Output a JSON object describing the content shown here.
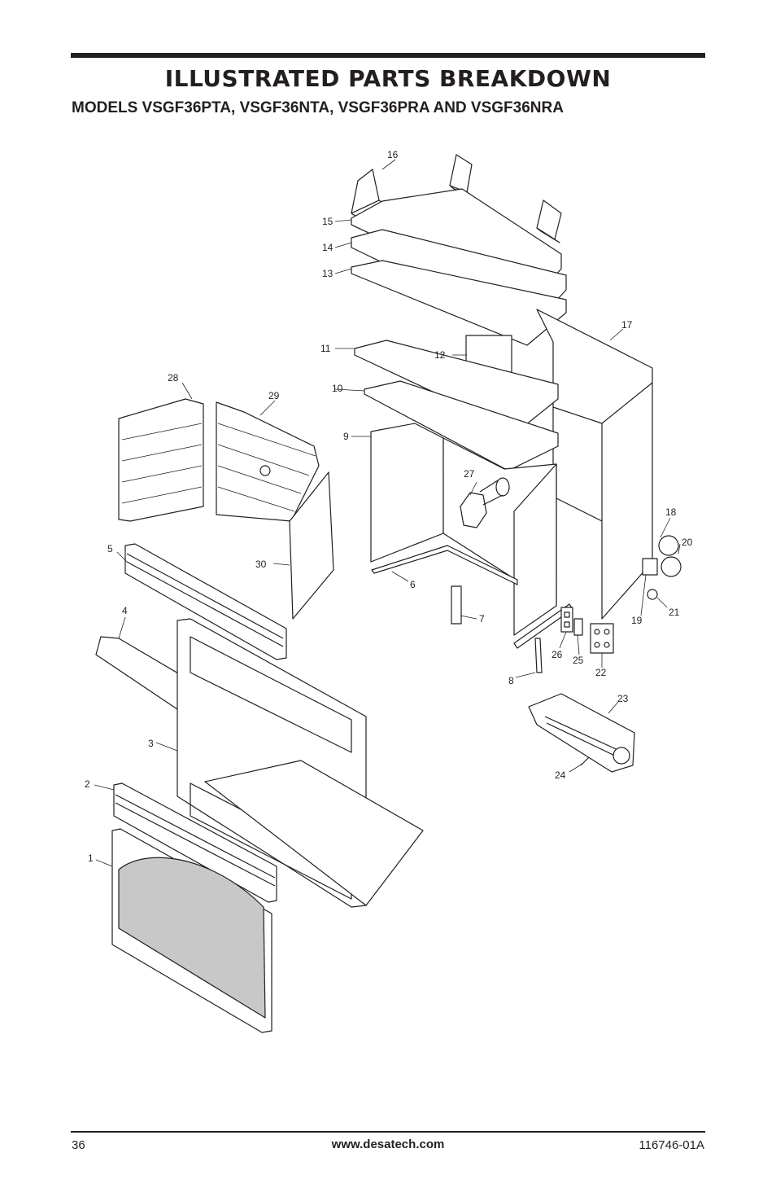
{
  "header": {
    "title": "ILLUSTRATED PARTS BREAKDOWN",
    "subtitle": "MODELS VSGF36PTA, VSGF36NTA, VSGF36PRA AND VSGF36NRA"
  },
  "callouts": [
    {
      "id": "c1",
      "text": "1"
    },
    {
      "id": "c2",
      "text": "2"
    },
    {
      "id": "c3",
      "text": "3"
    },
    {
      "id": "c4",
      "text": "4"
    },
    {
      "id": "c5",
      "text": "5"
    },
    {
      "id": "c6",
      "text": "6"
    },
    {
      "id": "c7",
      "text": "7"
    },
    {
      "id": "c8",
      "text": "8"
    },
    {
      "id": "c9",
      "text": "9"
    },
    {
      "id": "c10",
      "text": "10"
    },
    {
      "id": "c11",
      "text": "11"
    },
    {
      "id": "c12",
      "text": "12"
    },
    {
      "id": "c13",
      "text": "13"
    },
    {
      "id": "c14",
      "text": "14"
    },
    {
      "id": "c15",
      "text": "15"
    },
    {
      "id": "c16",
      "text": "16"
    },
    {
      "id": "c17",
      "text": "17"
    },
    {
      "id": "c18",
      "text": "18"
    },
    {
      "id": "c19",
      "text": "19"
    },
    {
      "id": "c20",
      "text": "20"
    },
    {
      "id": "c21",
      "text": "21"
    },
    {
      "id": "c22",
      "text": "22"
    },
    {
      "id": "c23",
      "text": "23"
    },
    {
      "id": "c24",
      "text": "24"
    },
    {
      "id": "c25",
      "text": "25"
    },
    {
      "id": "c26",
      "text": "26"
    },
    {
      "id": "c27",
      "text": "27"
    },
    {
      "id": "c28",
      "text": "28"
    },
    {
      "id": "c29",
      "text": "29"
    },
    {
      "id": "c30",
      "text": "30"
    }
  ],
  "footer": {
    "page_number": "36",
    "website": "www.desatech.com",
    "part_number": "116746-01A"
  },
  "colors": {
    "ink": "#231f20",
    "glass": "#c8c8c8"
  }
}
